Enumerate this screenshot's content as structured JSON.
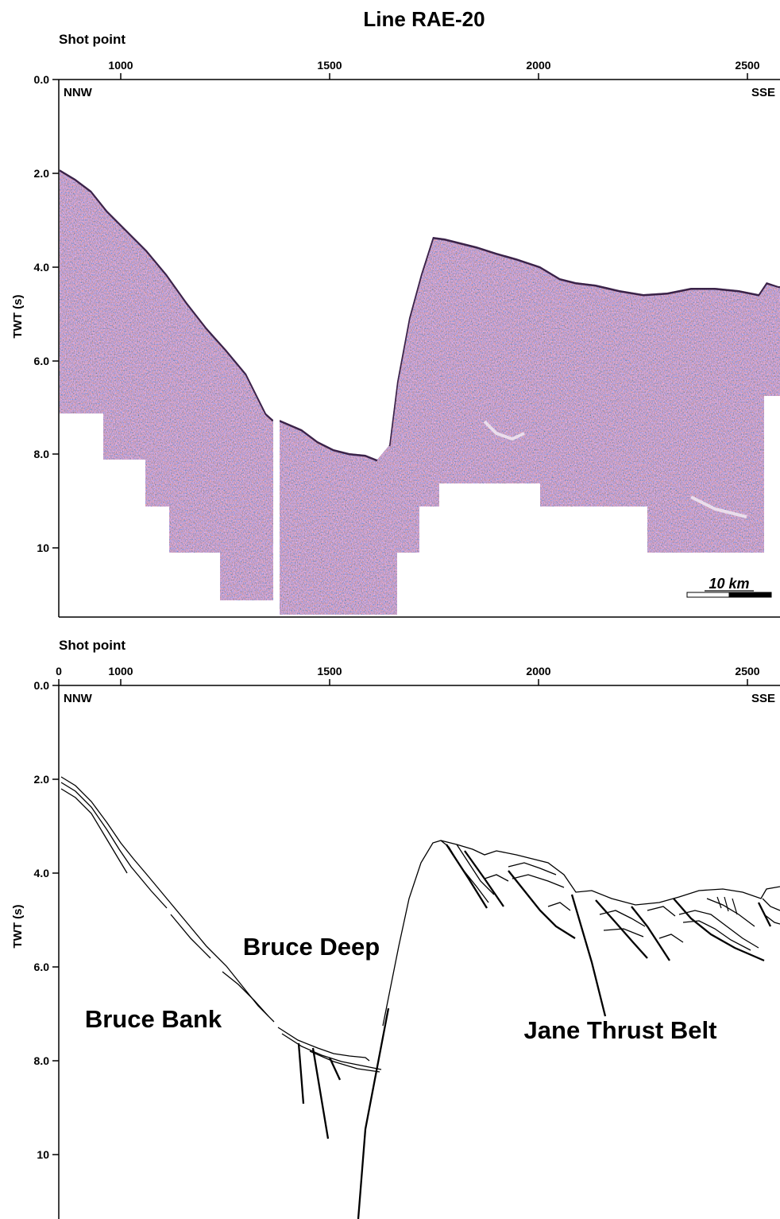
{
  "title": "Line RAE-20",
  "top_panel": {
    "shot_point_label": "Shot point",
    "x_ticks": [
      "1000",
      "1500",
      "2000",
      "2500"
    ],
    "y_ticks": [
      "0.0",
      "2.0",
      "4.0",
      "6.0",
      "8.0",
      "10"
    ],
    "y_label": "TWT (s)",
    "direction_left": "NNW",
    "direction_right": "SSE",
    "scale_label": "10 km",
    "colors": {
      "seismic_fill": "#c9a3c8",
      "seismic_red": "#b04a66",
      "seismic_blue": "#4d5aa6"
    }
  },
  "bottom_panel": {
    "shot_point_label": "Shot point",
    "x_ticks": [
      "0",
      "1000",
      "1500",
      "2000",
      "2500"
    ],
    "y_ticks": [
      "0.0",
      "2.0",
      "4.0",
      "6.0",
      "8.0",
      "10"
    ],
    "y_label": "TWT (s)",
    "direction_left": "NNW",
    "direction_right": "SSE",
    "labels": {
      "bruce_deep": "Bruce Deep",
      "bruce_bank": "Bruce Bank",
      "jane_thrust_belt": "Jane Thrust Belt"
    }
  }
}
